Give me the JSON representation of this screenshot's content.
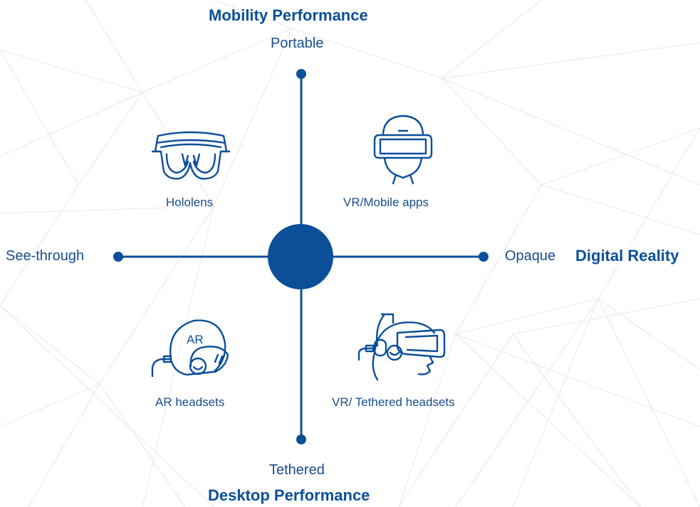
{
  "axes": {
    "top_title": "Mobility Performance",
    "top_end": "Portable",
    "bottom_end": "Tethered",
    "bottom_title": "Desktop Performance",
    "left_end": "See-through",
    "right_end": "Opaque",
    "right_title": "Digital Reality"
  },
  "quadrants": {
    "top_left": {
      "label": "Hololens",
      "icon": "hololens-icon"
    },
    "top_right": {
      "label": "VR/Mobile apps",
      "icon": "vr-headset-icon"
    },
    "bottom_left": {
      "label": "AR headsets",
      "icon": "ar-helmet-icon",
      "icon_text": "AR"
    },
    "bottom_right": {
      "label": "VR/ Tethered headsets",
      "icon": "tethered-vr-icon"
    }
  },
  "colors": {
    "accent": "#0b4f99",
    "line": "#0b4f99",
    "background_mesh": "#e3e6ec"
  }
}
